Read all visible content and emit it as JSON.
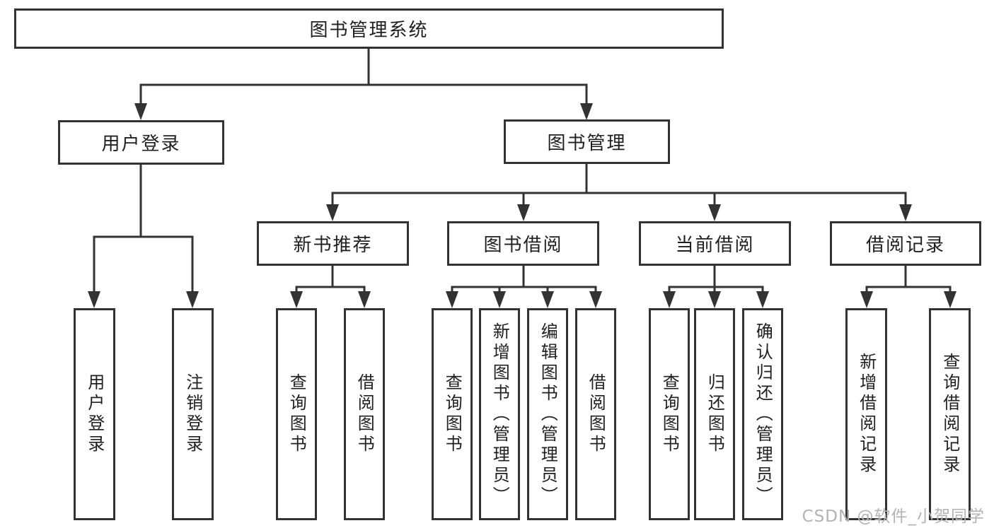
{
  "colors": {
    "background": "#ffffff",
    "box_background": "#ffffff",
    "line": "#333333",
    "text": "#1f1f1f",
    "watermark": "#b3b3b3"
  },
  "root": {
    "label": "图书管理系统"
  },
  "level2": [
    {
      "label": "用户登录"
    },
    {
      "label": "图书管理"
    }
  ],
  "level3": [
    {
      "label": "新书推荐",
      "parent": "图书管理"
    },
    {
      "label": "图书借阅",
      "parent": "图书管理"
    },
    {
      "label": "当前借阅",
      "parent": "图书管理"
    },
    {
      "label": "借阅记录",
      "parent": "图书管理"
    }
  ],
  "leaves": [
    {
      "label": "用户登录",
      "parent": "用户登录"
    },
    {
      "label": "注销登录",
      "parent": "用户登录"
    },
    {
      "label": "查询图书",
      "parent": "新书推荐"
    },
    {
      "label": "借阅图书",
      "parent": "新书推荐"
    },
    {
      "label": "查询图书",
      "parent": "图书借阅"
    },
    {
      "label": "新增图书（管理员）",
      "parent": "图书借阅"
    },
    {
      "label": "编辑图书（管理员）",
      "parent": "图书借阅"
    },
    {
      "label": "借阅图书",
      "parent": "图书借阅"
    },
    {
      "label": "查询图书",
      "parent": "当前借阅"
    },
    {
      "label": "归还图书",
      "parent": "当前借阅"
    },
    {
      "label": "确认归还（管理员）",
      "parent": "当前借阅"
    },
    {
      "label": "新增借阅记录",
      "parent": "借阅记录"
    },
    {
      "label": "查询借阅记录",
      "parent": "借阅记录"
    }
  ],
  "watermark": {
    "text": "CSDN @软件_小贺同学"
  }
}
